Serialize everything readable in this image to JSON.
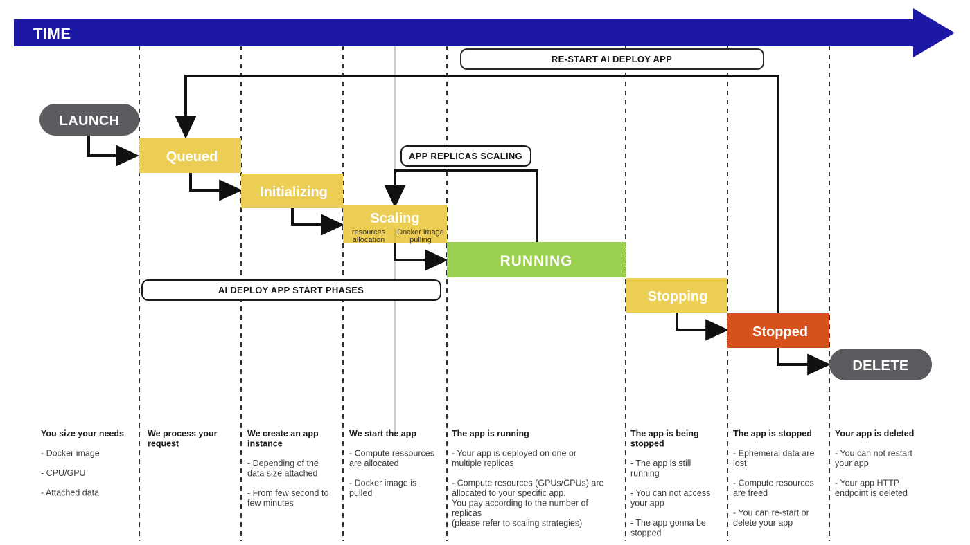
{
  "diagram": {
    "title": "AI Deploy app lifecycle timeline",
    "time_axis": {
      "label": "TIME"
    },
    "colors": {
      "time_bar": "#1d17a6",
      "pill_gray": "#5c5c60",
      "state_yellow": "#ecce54",
      "state_yellow_sub": "#eccd53",
      "state_green": "#9bd04e",
      "state_orange": "#d6511c",
      "line_black": "#1a1a1a",
      "guide_dash": "#333333",
      "guide_thin": "#b8b8b8"
    },
    "terminals": [
      {
        "id": "launch",
        "label": "LAUNCH"
      },
      {
        "id": "delete",
        "label": "DELETE"
      }
    ],
    "states": [
      {
        "id": "queued",
        "label": "Queued",
        "color": "#ecce54"
      },
      {
        "id": "initializing",
        "label": "Initializing",
        "color": "#ecce54"
      },
      {
        "id": "scaling",
        "label": "Scaling",
        "color": "#ecce54"
      },
      {
        "id": "running",
        "label": "RUNNING",
        "color": "#9bd04e"
      },
      {
        "id": "stopping",
        "label": "Stopping",
        "color": "#ecce54"
      },
      {
        "id": "stopped",
        "label": "Stopped",
        "color": "#d6511c"
      }
    ],
    "scaling_substeps": [
      {
        "id": "resources-allocation",
        "line1": "resources",
        "line2": "allocation"
      },
      {
        "id": "docker-image-pulling",
        "line1": "Docker image",
        "line2": "pulling"
      }
    ],
    "callouts": [
      {
        "id": "restart",
        "label": "RE-START AI DEPLOY APP"
      },
      {
        "id": "replicas",
        "label": "APP REPLICAS SCALING"
      },
      {
        "id": "start-phases",
        "label": "AI DEPLOY APP START PHASES"
      }
    ],
    "columns": [
      {
        "id": "size-needs",
        "title": "You size your needs",
        "items": [
          "- Docker image",
          "- CPU/GPU",
          "- Attached data"
        ]
      },
      {
        "id": "process-request",
        "title": "We process your request",
        "items": []
      },
      {
        "id": "create-instance",
        "title": "We create an app instance",
        "items": [
          "- Depending of the data size attached",
          "- From few second to few minutes"
        ]
      },
      {
        "id": "start-app",
        "title": "We start the app",
        "items": [
          "- Compute ressources are allocated",
          "- Docker image is pulled"
        ]
      },
      {
        "id": "app-running",
        "title": "The app is running",
        "items": [
          "- Your app is deployed on one or multiple replicas",
          "- Compute resources (GPUs/CPUs) are allocated to your specific app.|You pay according to the number of replicas|(please refer to scaling strategies)"
        ]
      },
      {
        "id": "app-being-stopped",
        "title": "The app is being stopped",
        "items": [
          "- The app is still running",
          "- You can not access your app",
          "- The app gonna be stopped"
        ]
      },
      {
        "id": "app-stopped",
        "title": "The app is stopped",
        "items": [
          "- Ephemeral data are lost",
          "- Compute resources are freed",
          "- You can re-start or delete your app"
        ]
      },
      {
        "id": "app-deleted",
        "title": "Your app is deleted",
        "items": [
          "- You can not restart your app",
          "- Your app HTTP endpoint is deleted"
        ]
      }
    ]
  }
}
